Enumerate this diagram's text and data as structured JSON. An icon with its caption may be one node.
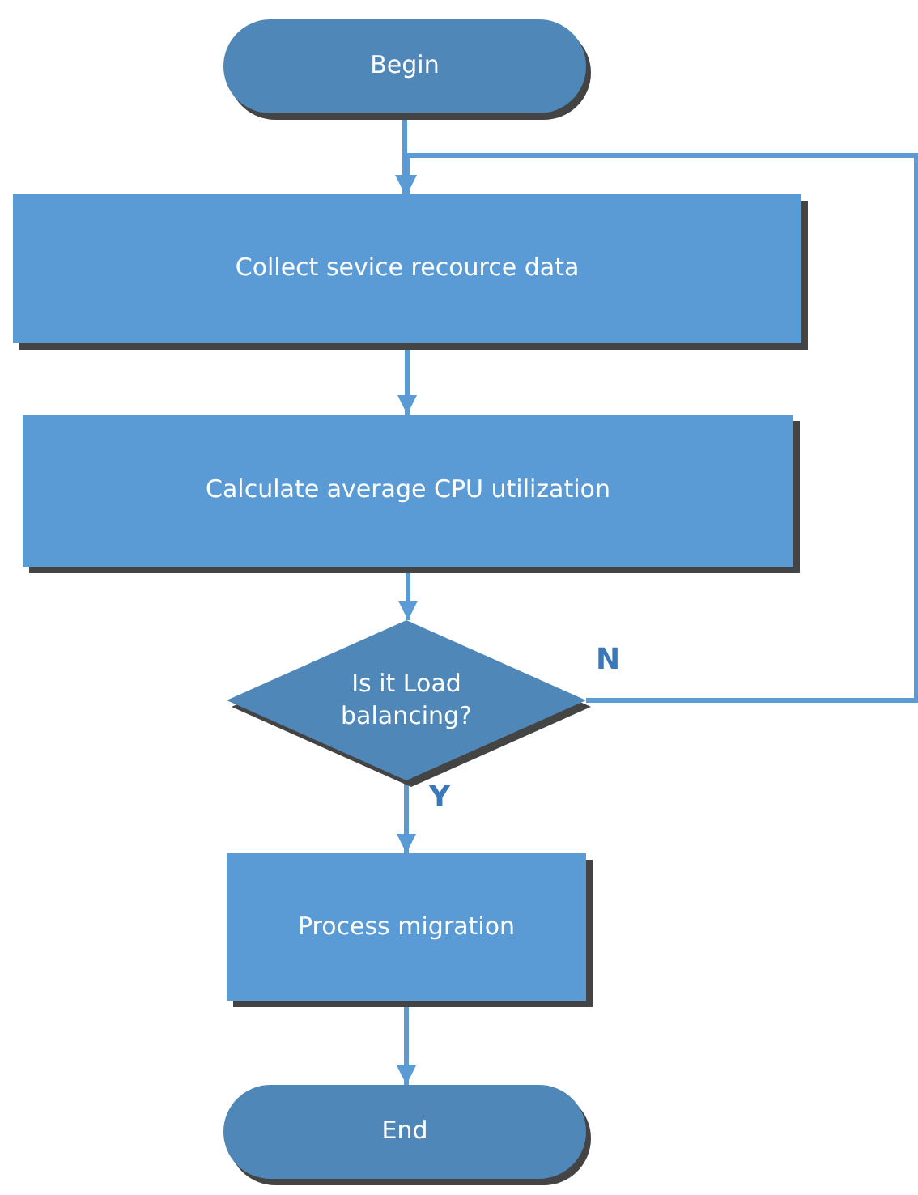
{
  "diagram": {
    "nodes": [
      {
        "text": [
          "Begin"
        ]
      },
      {
        "text": [
          "Collect sevice recource data"
        ]
      },
      {
        "text": [
          "Calculate average CPU utilization"
        ]
      },
      {
        "text": [
          "Is it Load balancing?"
        ]
      },
      {
        "text": [
          "Process migration"
        ]
      },
      {
        "text": [
          "End"
        ]
      }
    ],
    "edges": [
      {
        "from": 0,
        "to": 1,
        "arrow": "to"
      },
      {
        "from": 1,
        "to": 2,
        "arrow": "to"
      },
      {
        "from": 2,
        "to": 3,
        "arrow": "to"
      },
      {
        "from": 3,
        "to": 4,
        "arrow": "to",
        "label": "Y"
      },
      {
        "from": 4,
        "to": 5,
        "arrow": "to"
      },
      {
        "from": 3,
        "to": 1,
        "arrow": "to",
        "label": "N"
      }
    ]
  }
}
